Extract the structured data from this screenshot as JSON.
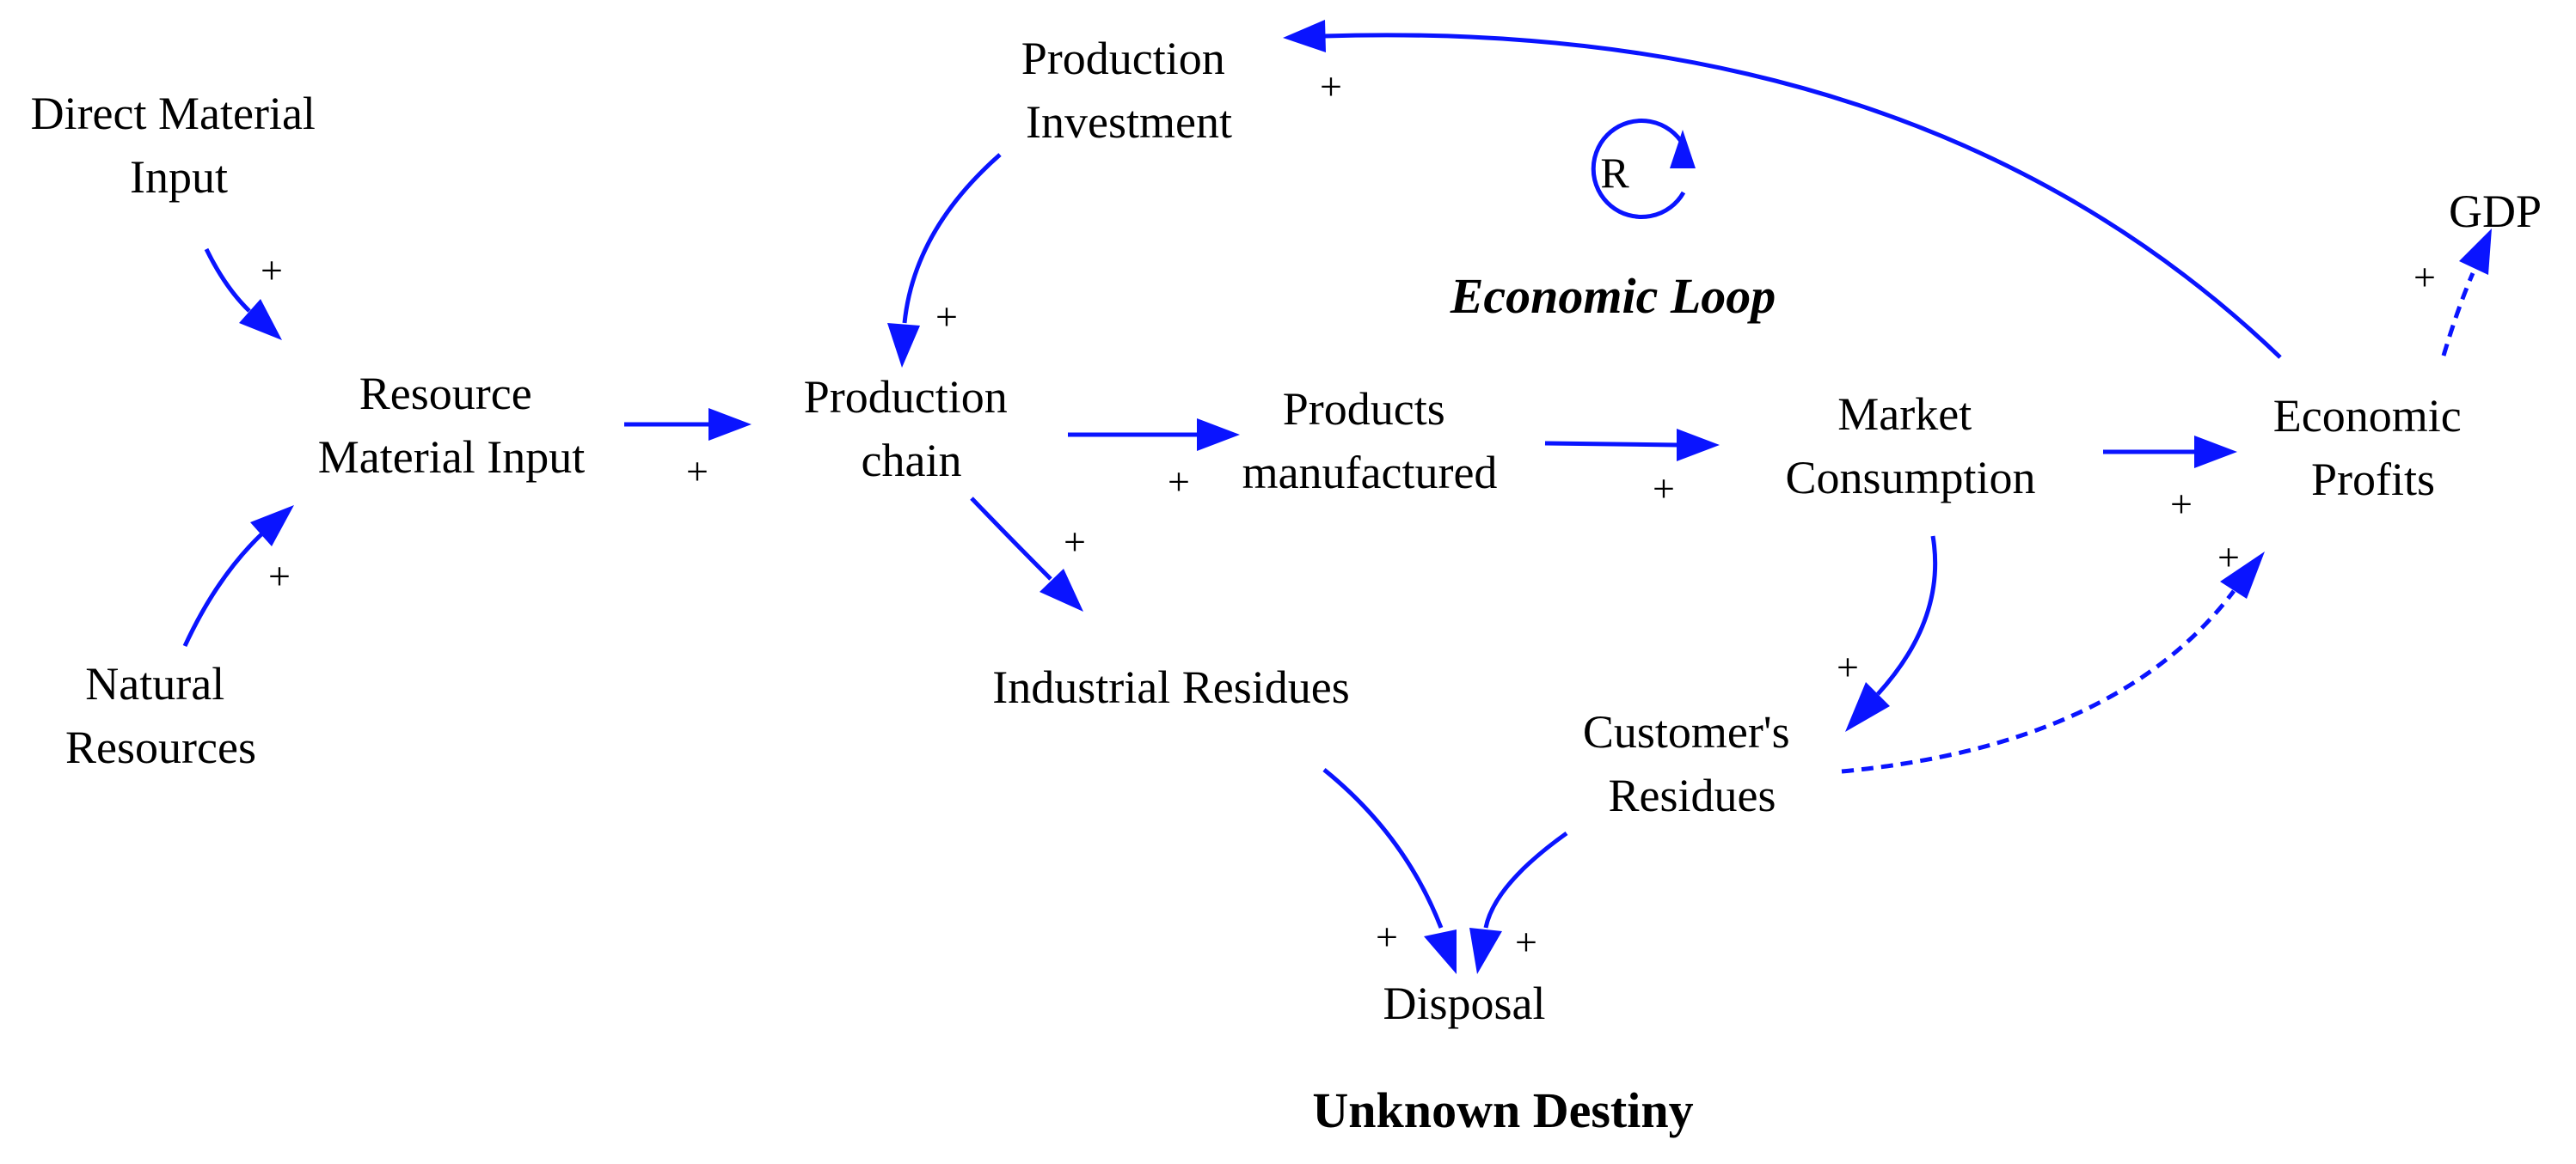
{
  "colors": {
    "link": "#0a14ff",
    "text": "#000000",
    "background": "#ffffff"
  },
  "variables": {
    "direct_material_input": [
      "Direct Material",
      "Input"
    ],
    "natural_resources": [
      "Natural",
      "Resources"
    ],
    "resource_material_input": [
      "Resource",
      "Material Input"
    ],
    "production_investment": [
      "Production",
      "Investment"
    ],
    "production_chain": [
      "Production",
      "chain"
    ],
    "products_manufactured": [
      "Products",
      "manufactured"
    ],
    "market_consumption": [
      "Market",
      "Consumption"
    ],
    "economic_profits": [
      "Economic",
      "Profits"
    ],
    "gdp": [
      "GDP"
    ],
    "industrial_residues": [
      "Industrial Residues"
    ],
    "customers_residues": [
      "Customer's",
      "Residues"
    ],
    "disposal": [
      "Disposal"
    ]
  },
  "loop": {
    "symbol": "R",
    "name": "Economic Loop"
  },
  "annotation": "Unknown Destiny",
  "links": [
    {
      "from": "Direct Material Input",
      "to": "Resource Material Input",
      "polarity": "+",
      "style": "solid"
    },
    {
      "from": "Natural Resources",
      "to": "Resource Material Input",
      "polarity": "+",
      "style": "solid"
    },
    {
      "from": "Resource Material Input",
      "to": "Production chain",
      "polarity": "+",
      "style": "solid"
    },
    {
      "from": "Production Investment",
      "to": "Production chain",
      "polarity": "+",
      "style": "solid"
    },
    {
      "from": "Production chain",
      "to": "Products manufactured",
      "polarity": "+",
      "style": "solid"
    },
    {
      "from": "Production chain",
      "to": "Industrial Residues",
      "polarity": "+",
      "style": "solid"
    },
    {
      "from": "Products manufactured",
      "to": "Market Consumption",
      "polarity": "+",
      "style": "solid"
    },
    {
      "from": "Market Consumption",
      "to": "Economic Profits",
      "polarity": "+",
      "style": "solid"
    },
    {
      "from": "Market Consumption",
      "to": "Customer's Residues",
      "polarity": "+",
      "style": "solid"
    },
    {
      "from": "Economic Profits",
      "to": "Production Investment",
      "polarity": "+",
      "style": "solid"
    },
    {
      "from": "Economic Profits",
      "to": "GDP",
      "polarity": "+",
      "style": "dashed"
    },
    {
      "from": "Customer's Residues",
      "to": "Economic Profits",
      "polarity": "+",
      "style": "dashed"
    },
    {
      "from": "Industrial Residues",
      "to": "Disposal",
      "polarity": "+",
      "style": "solid"
    },
    {
      "from": "Customer's Residues",
      "to": "Disposal",
      "polarity": "+",
      "style": "solid"
    }
  ]
}
